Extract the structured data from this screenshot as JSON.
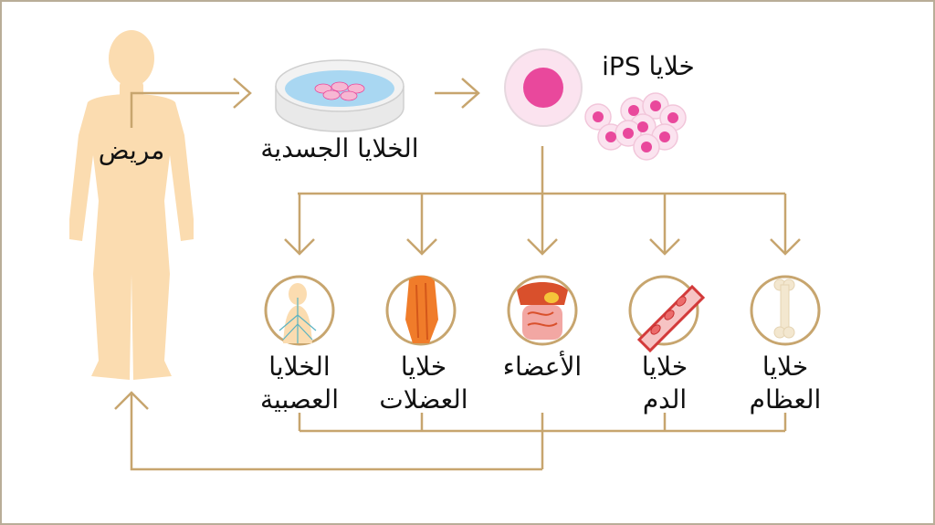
{
  "labels": {
    "patient": "مريض",
    "somatic_cells": "الخلايا الجسدية",
    "ips_cells": "خلايا iPS"
  },
  "outputs": [
    {
      "line1": "الخلايا",
      "line2": "العصبية",
      "icon": "nerve-cells-icon"
    },
    {
      "line1": "خلايا",
      "line2": "العضلات",
      "icon": "muscle-icon"
    },
    {
      "line1": "الأعضاء",
      "line2": "",
      "icon": "organs-icon"
    },
    {
      "line1": "خلايا",
      "line2": "الدم",
      "icon": "blood-vessel-icon"
    },
    {
      "line1": "خلايا",
      "line2": "العظام",
      "icon": "bone-icon"
    }
  ],
  "colors": {
    "arrow": "#c7a56e",
    "body": "#fbdcb0",
    "ips_nucleus": "#e9489c",
    "ips_membrane": "#fbe3ef",
    "dish": "#a9d7f2"
  }
}
